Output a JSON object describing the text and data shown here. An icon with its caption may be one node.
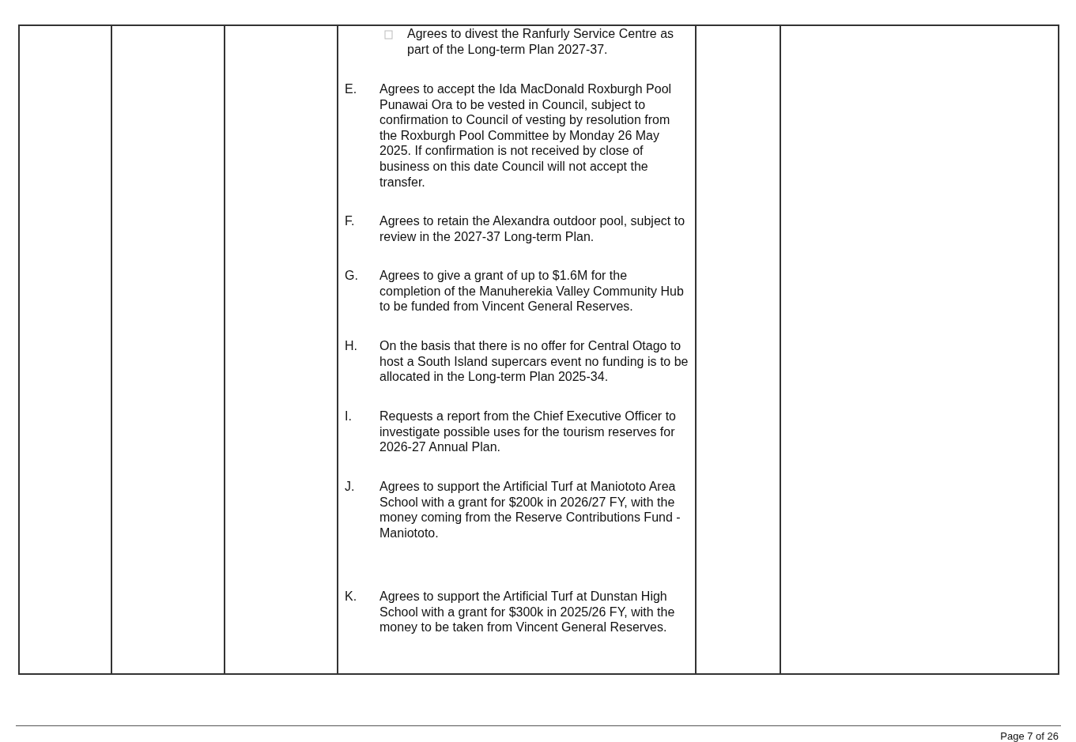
{
  "diagram": {
    "labels": [
      "Agrees to divest the Ranfurly Service Centre as part of the Long-term Plan 2027-37.",
      "E.",
      "Agrees to accept the Ida MacDonald Roxburgh Pool Punawai Ora to be vested in Council, subject to confirmation to Council of vesting by resolution from the Roxburgh Pool Committee by Monday 26 May 2025. If confirmation is not received by close of business on this date Council will not accept the transfer.",
      "F.",
      "Agrees to retain the Alexandra outdoor pool, subject to review in the 2027-37 Long-term Plan.",
      "G.",
      "Agrees to give a grant of up to $1.6M for the completion of the Manuherekia Valley Community Hub to be funded from Vincent General Reserves.",
      "H.",
      "On the basis that there is no offer for Central Otago to host a South Island supercars event no funding is to be allocated in the Long-term Plan 2025-34.",
      "I.",
      "Requests a report from the Chief Executive Officer to investigate possible uses for the tourism reserves for 2026-27 Annual Plan.",
      "J.",
      "Agrees to support the Artificial Turf at Maniototo Area School with a grant for $200k in 2026/27 FY, with the money coming from the Reserve Contributions Fund - Maniototo.",
      "K.",
      "Agrees to support the Artificial Turf at Dunstan High School with a grant for $300k in 2025/26 FY, with the money to be taken from Vincent General Reserves.",
      "Page 7 of 26"
    ]
  }
}
